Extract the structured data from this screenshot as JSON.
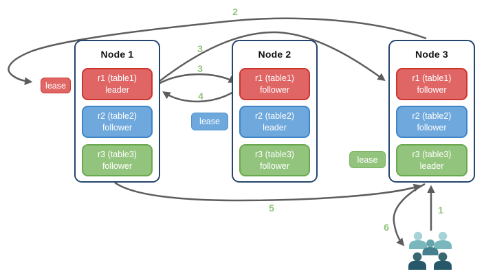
{
  "diagram": {
    "description": "Replication diagram with three nodes holding leader/follower replicas of three tables, lease markers, numbered message arrows and a client users group",
    "nodes": [
      {
        "title": "Node 1",
        "replicas": [
          {
            "name": "r1 (table1)",
            "role": "leader",
            "color": "red"
          },
          {
            "name": "r2 (table2)",
            "role": "follower",
            "color": "blue"
          },
          {
            "name": "r3 (table3)",
            "role": "follower",
            "color": "green"
          }
        ]
      },
      {
        "title": "Node 2",
        "replicas": [
          {
            "name": "r1 (table1)",
            "role": "follower",
            "color": "red"
          },
          {
            "name": "r2 (table2)",
            "role": "leader",
            "color": "blue"
          },
          {
            "name": "r3 (table3)",
            "role": "follower",
            "color": "green"
          }
        ]
      },
      {
        "title": "Node 3",
        "replicas": [
          {
            "name": "r1 (table1)",
            "role": "follower",
            "color": "red"
          },
          {
            "name": "r2 (table2)",
            "role": "follower",
            "color": "blue"
          },
          {
            "name": "r3 (table3)",
            "role": "leader",
            "color": "green"
          }
        ]
      }
    ],
    "leases": [
      {
        "label": "lease",
        "color": "red"
      },
      {
        "label": "lease",
        "color": "blue"
      },
      {
        "label": "lease",
        "color": "green"
      }
    ],
    "steps": {
      "step1": "1",
      "step2": "2",
      "step3_upper": "3",
      "step3_lower": "3",
      "step4": "4",
      "step5": "5",
      "step6": "6"
    },
    "icons": {
      "users": "users-group-icon"
    },
    "colors": {
      "arrow": "#5d5d5d",
      "step_number": "#93c47d",
      "node_border": "#24456e",
      "red_fill": "#e06666",
      "red_border": "#cc342c",
      "blue_fill": "#6fa8dc",
      "blue_border": "#3d85c6",
      "green_fill": "#93c47d",
      "green_border": "#6aa84f",
      "users_light_head": "#a6d3d7",
      "users_light_body": "#79b7bc",
      "users_mid_head": "#64a5ad",
      "users_mid_body": "#46808d",
      "users_dark_head": "#38676f",
      "users_dark_body": "#26586a"
    }
  }
}
